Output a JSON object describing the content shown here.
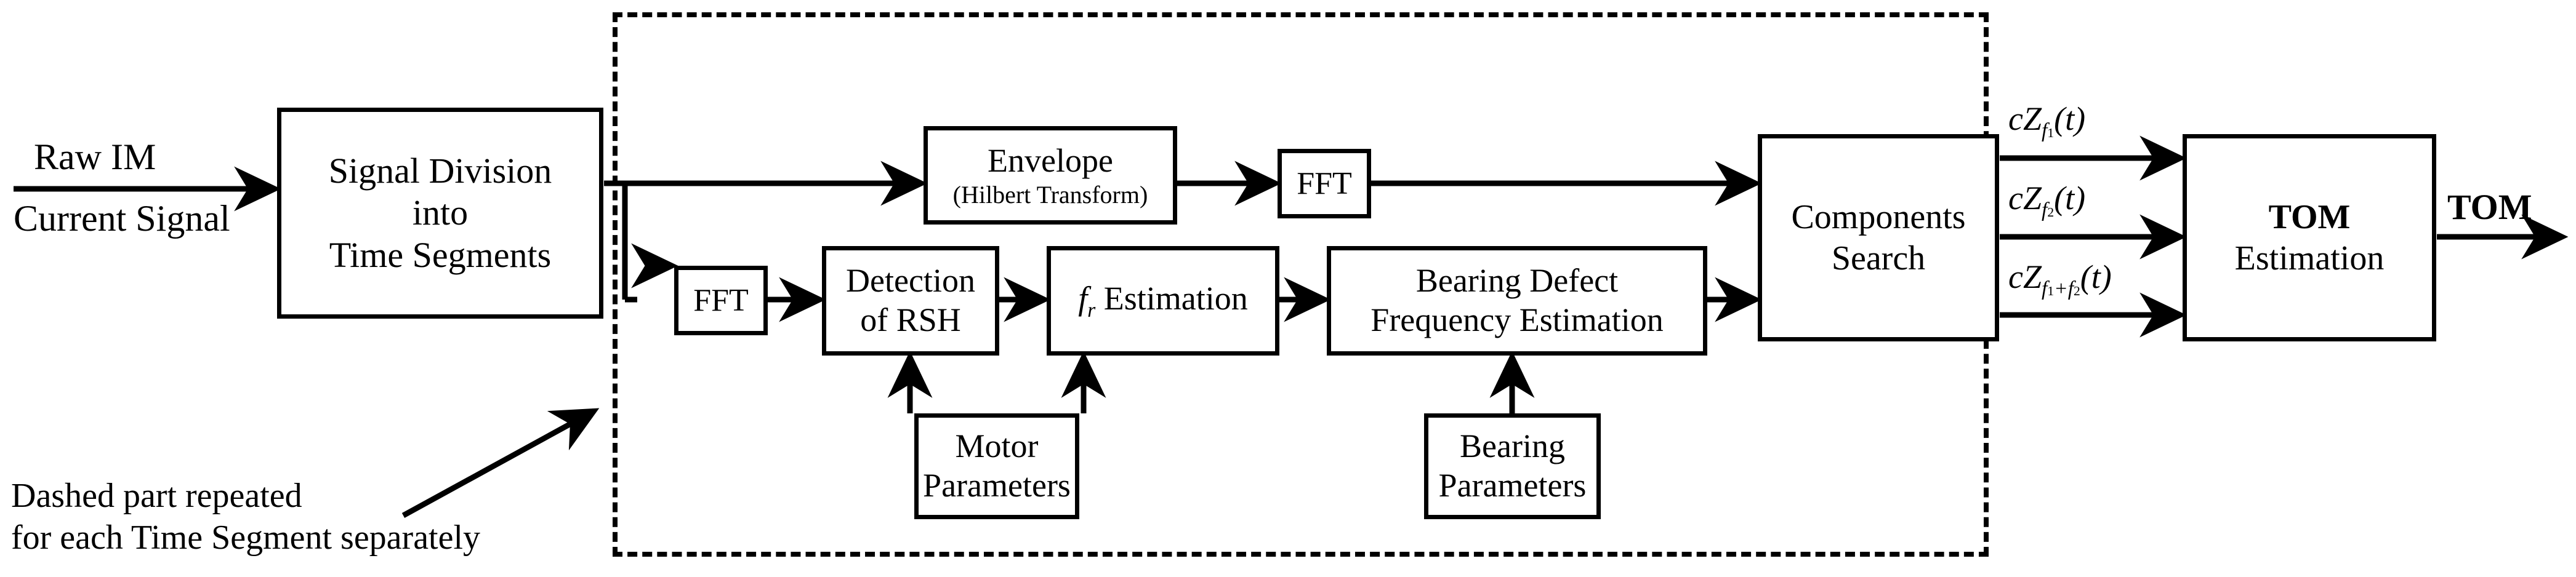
{
  "diagram": {
    "title": "IM current signal processing block diagram for TOM estimation",
    "input": {
      "line1": "Raw IM",
      "line2": "Current Signal"
    },
    "output": {
      "label": "TOM"
    },
    "note": {
      "line1": "Dashed part repeated",
      "line2": "for each Time Segment separately"
    },
    "boxes": {
      "signal_division": {
        "line1": "Signal Division",
        "line2": "into",
        "line3": "Time Segments"
      },
      "envelope": {
        "line1": "Envelope",
        "line2": "(Hilbert Transform)"
      },
      "fft_top": {
        "line1": "FFT"
      },
      "fft_bottom": {
        "line1": "FFT"
      },
      "detection_rsh": {
        "line1": "Detection",
        "line2": "of RSH"
      },
      "fr_estimation": {
        "line1_pre": "f",
        "line1_sub": "r",
        "line1_post": " Estimation"
      },
      "bearing_defect": {
        "line1": "Bearing Defect",
        "line2": "Frequency Estimation"
      },
      "motor_parameters": {
        "line1": "Motor",
        "line2": "Parameters"
      },
      "bearing_parameters": {
        "line1": "Bearing",
        "line2": "Parameters"
      },
      "components_search": {
        "line1": "Components",
        "line2": "Search"
      },
      "tom_estimation": {
        "line1": "TOM",
        "line2": "Estimation"
      }
    },
    "signal_labels": {
      "cz_f1": {
        "pre": "cZ",
        "sub": "f",
        "subsub": "1",
        "post": "(t)"
      },
      "cz_f2": {
        "pre": "cZ",
        "sub": "f",
        "subsub": "2",
        "post": "(t)"
      },
      "cz_f1f2": {
        "pre": "cZ",
        "sub": "f",
        "subsub": "1",
        "plus": "+f",
        "subsub2": "2",
        "post": "(t)"
      }
    },
    "colors": {
      "stroke": "#000000",
      "background": "#ffffff"
    }
  }
}
